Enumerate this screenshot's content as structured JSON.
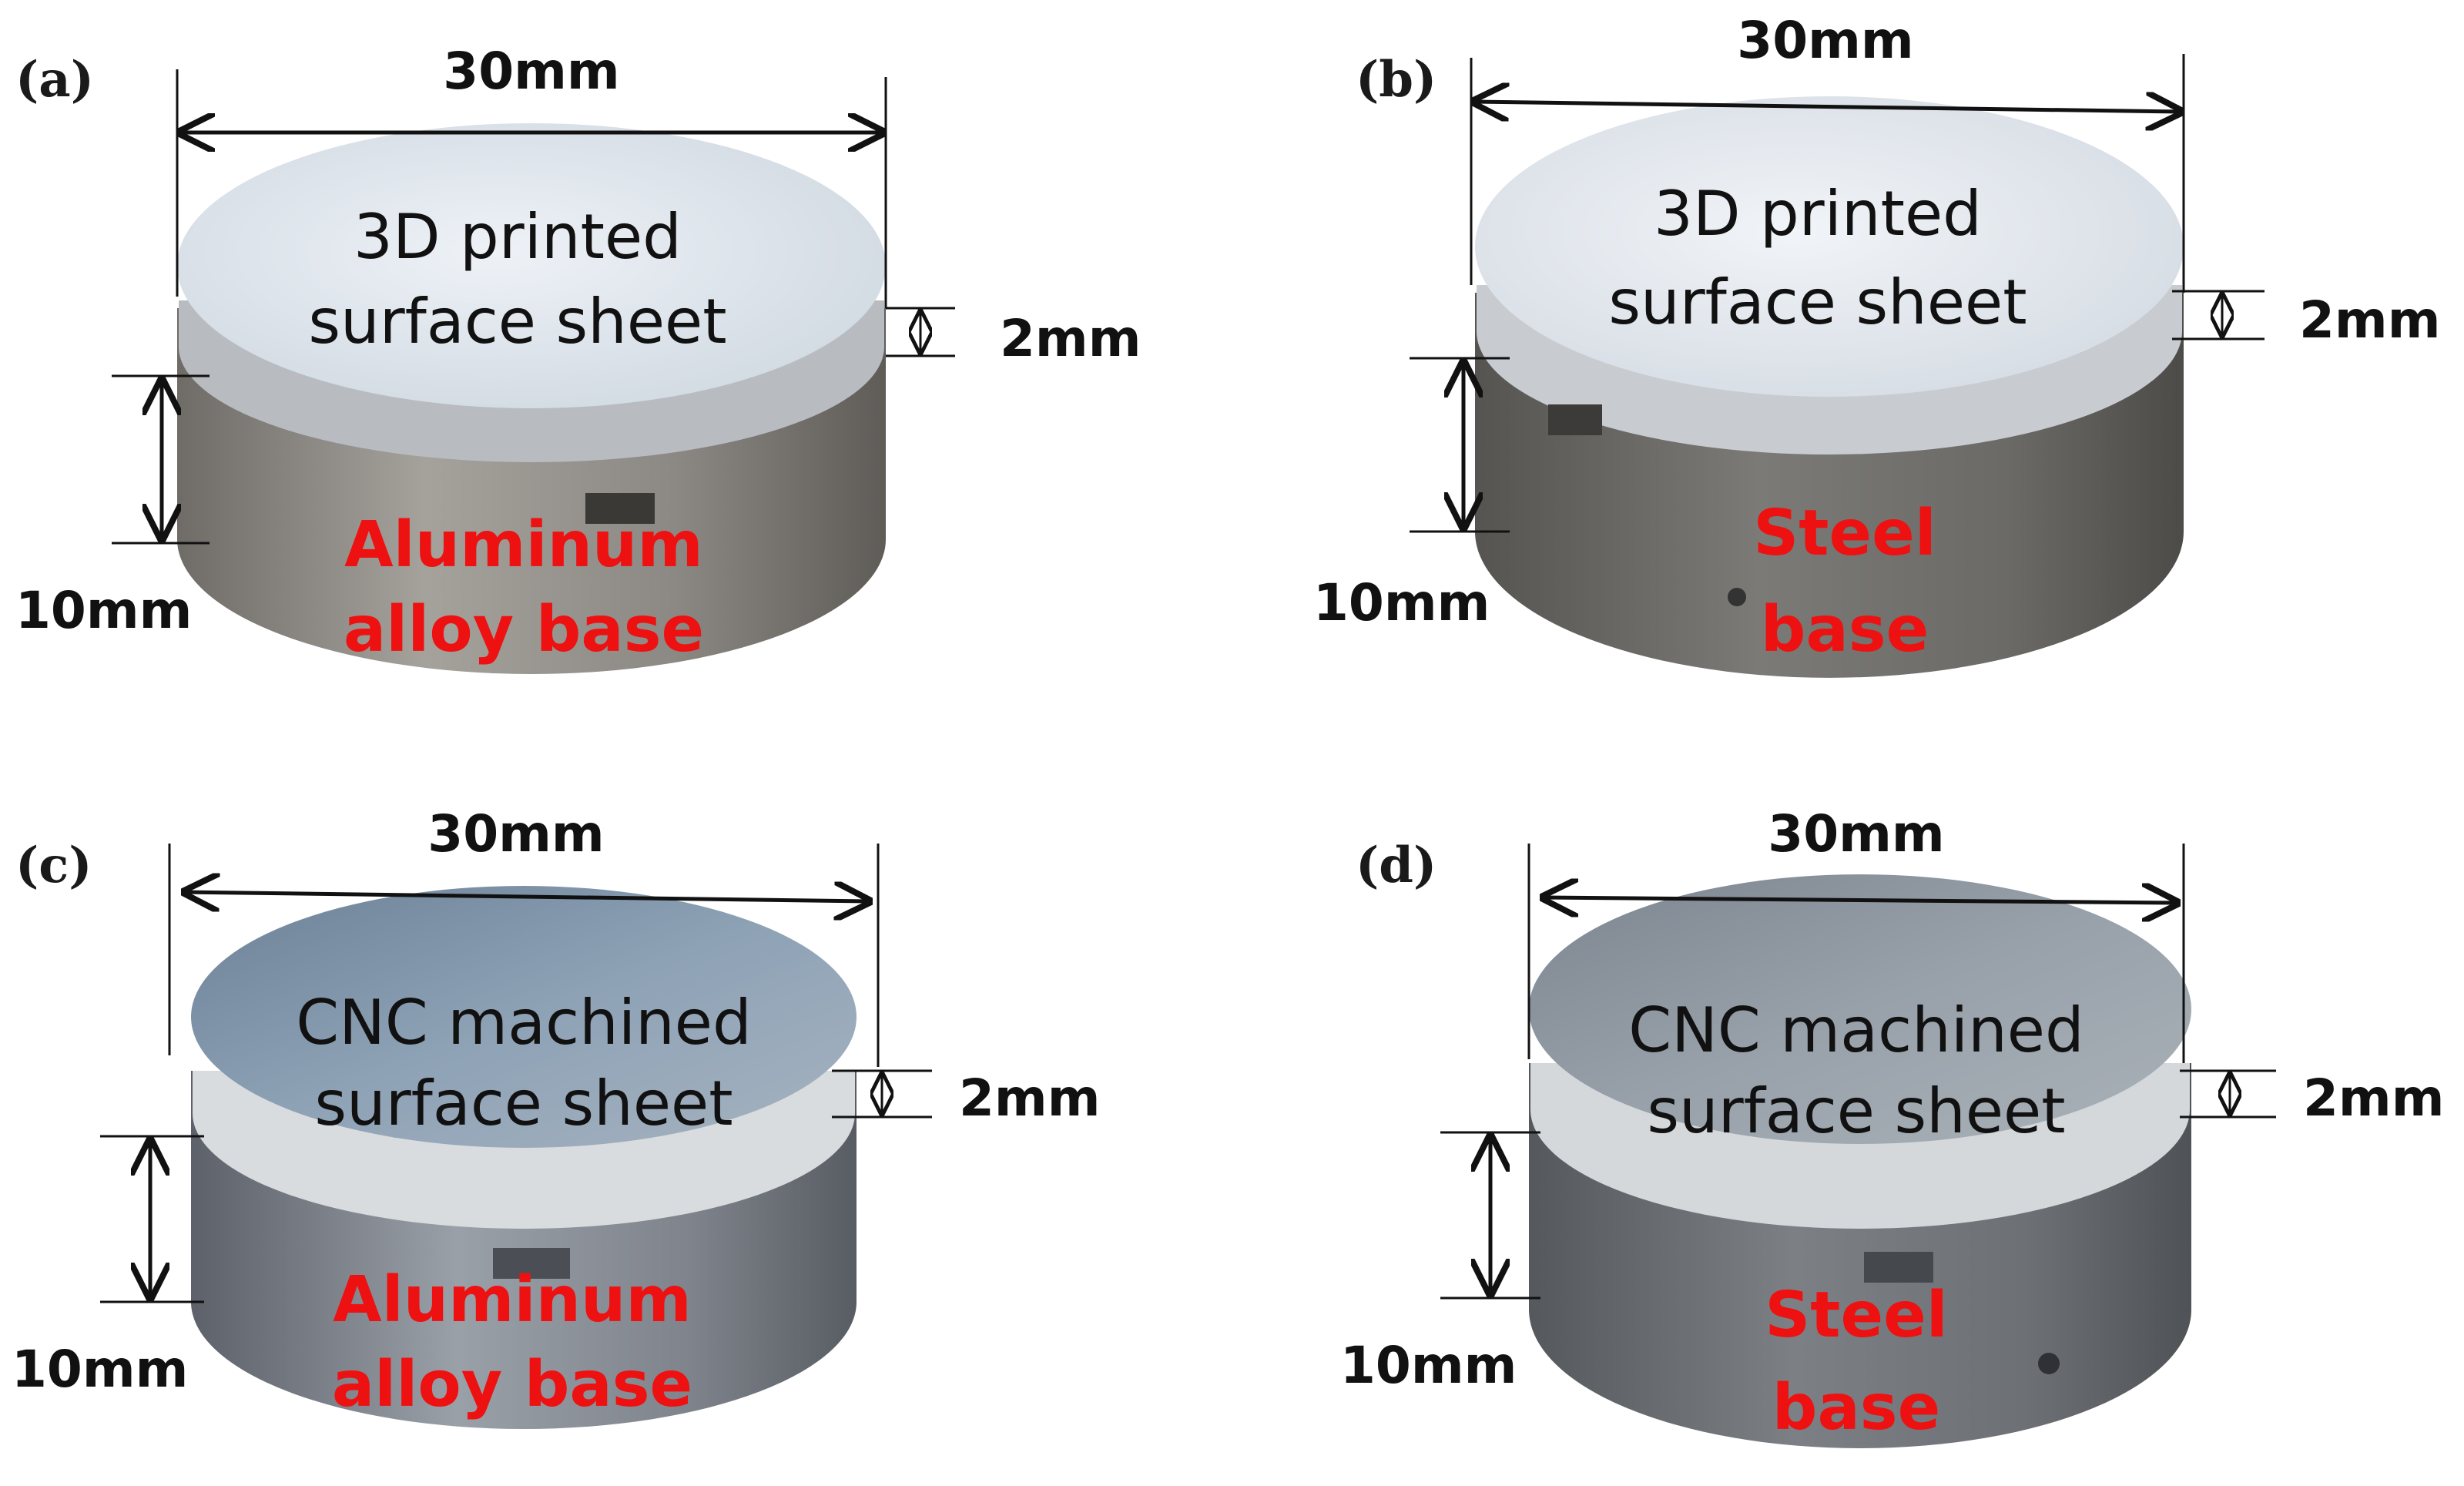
{
  "panels": [
    {
      "id": "a",
      "label": "(a)",
      "diameter": "30mm",
      "sheet_thickness": "2mm",
      "base_height": "10mm",
      "top_text": [
        "3D printed",
        "surface sheet"
      ],
      "base_text": [
        "Aluminum",
        "alloy base"
      ],
      "sheet_color": "#dfe6ee",
      "base_color": "#8f8c86"
    },
    {
      "id": "b",
      "label": "(b)",
      "diameter": "30mm",
      "sheet_thickness": "2mm",
      "base_height": "10mm",
      "top_text": [
        "3D printed",
        "surface sheet"
      ],
      "base_text": [
        "Steel",
        "base"
      ],
      "sheet_color": "#e3e8ee",
      "base_color": "#6e6d6a"
    },
    {
      "id": "c",
      "label": "(c)",
      "diameter": "30mm",
      "sheet_thickness": "2mm",
      "base_height": "10mm",
      "top_text": [
        "CNC machined",
        "surface sheet"
      ],
      "base_text": [
        "Aluminum",
        "alloy base"
      ],
      "sheet_color": "#7f93a8",
      "base_color": "#7c8088"
    },
    {
      "id": "d",
      "label": "(d)",
      "diameter": "30mm",
      "sheet_thickness": "2mm",
      "base_height": "10mm",
      "top_text": [
        "CNC machined",
        "surface sheet"
      ],
      "base_text": [
        "Steel",
        "base"
      ],
      "sheet_color": "#8c959e",
      "base_color": "#6f7276"
    }
  ],
  "colors": {
    "label_red": "#ee1111",
    "text_dark": "#111111",
    "background": "#ffffff"
  }
}
